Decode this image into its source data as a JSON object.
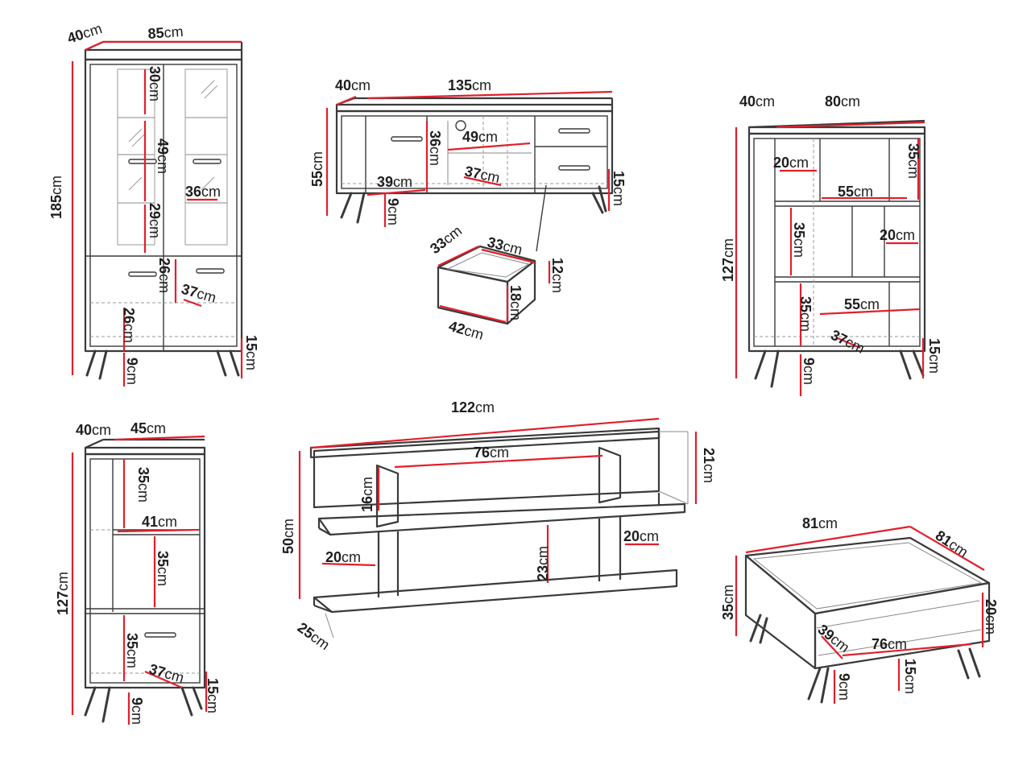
{
  "vitrine": {
    "depth": {
      "n": "40",
      "u": "cm"
    },
    "width": {
      "n": "85",
      "u": "cm"
    },
    "height": {
      "n": "185",
      "u": "cm"
    },
    "shelf_gap_top": {
      "n": "30",
      "u": "cm"
    },
    "shelf_gap_mid": {
      "n": "49",
      "u": "cm"
    },
    "shelf_depth": {
      "n": "36",
      "u": "cm"
    },
    "shelf_gap_low": {
      "n": "29",
      "u": "cm"
    },
    "drawer_front": {
      "n": "26",
      "u": "cm"
    },
    "inner_depth": {
      "n": "37",
      "u": "cm"
    },
    "bottom_space": {
      "n": "26",
      "u": "cm"
    },
    "plinth": {
      "n": "9",
      "u": "cm"
    },
    "legs": {
      "n": "15",
      "u": "cm"
    }
  },
  "tv_unit": {
    "depth": {
      "n": "40",
      "u": "cm"
    },
    "width": {
      "n": "135",
      "u": "cm"
    },
    "height": {
      "n": "55",
      "u": "cm"
    },
    "comp_height": {
      "n": "36",
      "u": "cm"
    },
    "shelf_width": {
      "n": "49",
      "u": "cm"
    },
    "shelf_depth": {
      "n": "37",
      "u": "cm"
    },
    "door_width": {
      "n": "39",
      "u": "cm"
    },
    "plinth": {
      "n": "9",
      "u": "cm"
    },
    "legs": {
      "n": "15",
      "u": "cm"
    }
  },
  "drawer": {
    "depth_a": {
      "n": "33",
      "u": "cm"
    },
    "depth_b": {
      "n": "33",
      "u": "cm"
    },
    "inner_height": {
      "n": "12",
      "u": "cm"
    },
    "front_height": {
      "n": "18",
      "u": "cm"
    },
    "width": {
      "n": "42",
      "u": "cm"
    }
  },
  "bookcase": {
    "depth": {
      "n": "40",
      "u": "cm"
    },
    "width": {
      "n": "80",
      "u": "cm"
    },
    "height": {
      "n": "127",
      "u": "cm"
    },
    "top_gap": {
      "n": "35",
      "u": "cm"
    },
    "narrow_width": {
      "n": "20",
      "u": "cm"
    },
    "wide_width": {
      "n": "55",
      "u": "cm"
    },
    "mid_gap": {
      "n": "35",
      "u": "cm"
    },
    "mid_narrow": {
      "n": "20",
      "u": "cm"
    },
    "low_gap": {
      "n": "35",
      "u": "cm"
    },
    "low_width": {
      "n": "55",
      "u": "cm"
    },
    "inner_depth": {
      "n": "37",
      "u": "cm"
    },
    "plinth": {
      "n": "9",
      "u": "cm"
    },
    "legs": {
      "n": "15",
      "u": "cm"
    }
  },
  "narrow_cabinet": {
    "depth": {
      "n": "40",
      "u": "cm"
    },
    "width": {
      "n": "45",
      "u": "cm"
    },
    "height": {
      "n": "127",
      "u": "cm"
    },
    "top_gap": {
      "n": "35",
      "u": "cm"
    },
    "shelf_width": {
      "n": "41",
      "u": "cm"
    },
    "mid_gap": {
      "n": "35",
      "u": "cm"
    },
    "door_gap": {
      "n": "35",
      "u": "cm"
    },
    "inner_depth": {
      "n": "37",
      "u": "cm"
    },
    "plinth": {
      "n": "9",
      "u": "cm"
    },
    "legs": {
      "n": "15",
      "u": "cm"
    }
  },
  "wall_shelf": {
    "width": {
      "n": "122",
      "u": "cm"
    },
    "top_shelf": {
      "n": "76",
      "u": "cm"
    },
    "side_height": {
      "n": "16",
      "u": "cm"
    },
    "panel_height": {
      "n": "21",
      "u": "cm"
    },
    "height": {
      "n": "50",
      "u": "cm"
    },
    "left_cubby": {
      "n": "20",
      "u": "cm"
    },
    "center_gap": {
      "n": "23",
      "u": "cm"
    },
    "right_cubby": {
      "n": "20",
      "u": "cm"
    },
    "depth": {
      "n": "25",
      "u": "cm"
    }
  },
  "coffee_table": {
    "width": {
      "n": "81",
      "u": "cm"
    },
    "depth": {
      "n": "81",
      "u": "cm"
    },
    "height": {
      "n": "35",
      "u": "cm"
    },
    "shelf_height": {
      "n": "20",
      "u": "cm"
    },
    "inner_depth": {
      "n": "39",
      "u": "cm"
    },
    "inner_width": {
      "n": "76",
      "u": "cm"
    },
    "plinth": {
      "n": "9",
      "u": "cm"
    },
    "legs": {
      "n": "15",
      "u": "cm"
    }
  },
  "colors": {
    "measure": "#e0202c",
    "outline": "#3a3a3a",
    "text": "#1e1e1e"
  }
}
